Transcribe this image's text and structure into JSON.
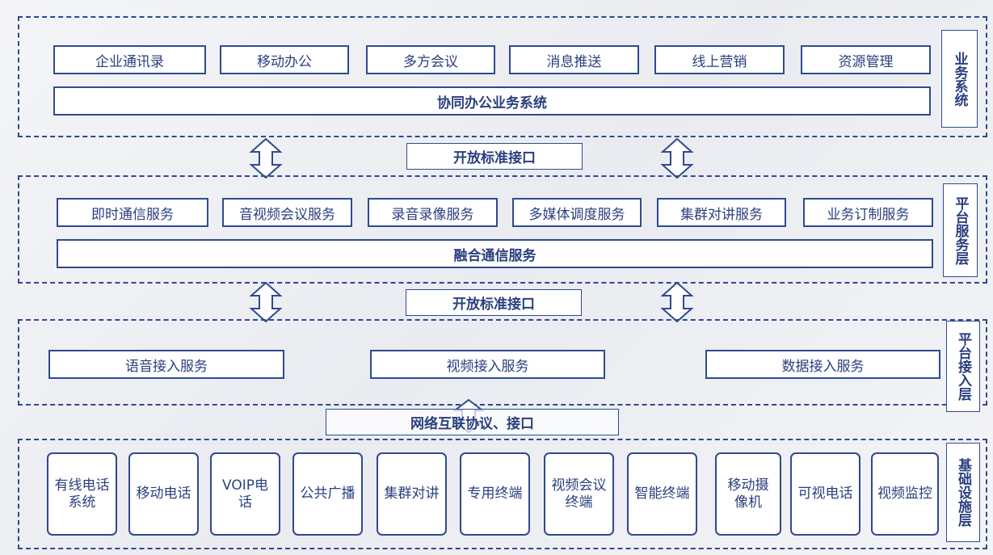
{
  "business_layer": {
    "label": "业务系统",
    "modules": [
      "企业通讯录",
      "移动办公",
      "多方会议",
      "消息推送",
      "线上营销",
      "资源管理"
    ],
    "base": "协同办公业务系统"
  },
  "interface_1": "开放标准接口",
  "platform_service_layer": {
    "label": "平台服务层",
    "modules": [
      "即时通信服务",
      "音视频会议服务",
      "录音录像服务",
      "多媒体调度服务",
      "集群对讲服务",
      "业务订制服务"
    ],
    "base": "融合通信服务"
  },
  "interface_2": "开放标准接口",
  "platform_access_layer": {
    "label": "平台接入层",
    "modules": [
      "语音接入服务",
      "视频接入服务",
      "数据接入服务"
    ]
  },
  "interface_3": "网络互联协议、接口",
  "infrastructure_layer": {
    "label": "基础设施层",
    "devices": [
      "有线电话系统",
      "移动电话",
      "VOIP电话",
      "公共广播",
      "集群对讲",
      "专用终端",
      "视频会议终端",
      "智能终端",
      "移动摄像机",
      "可视电话",
      "视频监控"
    ]
  }
}
